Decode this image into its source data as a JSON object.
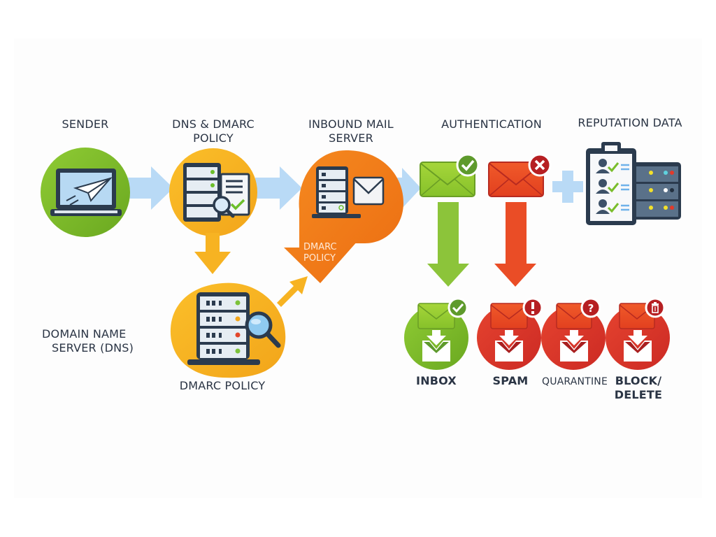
{
  "diagram": {
    "title": "Email authentication flow with DMARC",
    "colors": {
      "green": "#7fbf2a",
      "yellow": "#f7b322",
      "orange": "#f07c1a",
      "red": "#d9342b",
      "flow_arrow": "#b7d8f5",
      "dark": "#2b3b4e"
    },
    "nodes": [
      {
        "id": "sender",
        "label": "SENDER",
        "icon": "laptop-paper-plane-icon"
      },
      {
        "id": "dns-dmarc",
        "label_line1": "DNS & DMARC",
        "label_line2": "POLICY",
        "icon": "server-document-magnifier-icon"
      },
      {
        "id": "inbound",
        "label_line1": "INBOUND MAIL",
        "label_line2": "SERVER",
        "icon": "server-envelope-icon",
        "inner_label_line1": "DMARC",
        "inner_label_line2": "POLICY"
      },
      {
        "id": "authentication",
        "label": "AUTHENTICATION",
        "icons": [
          "envelope-check-icon",
          "envelope-x-icon"
        ]
      },
      {
        "id": "reputation",
        "label": "REPUTATION DATA",
        "icon": "clipboard-server-icon"
      },
      {
        "id": "dns",
        "label_line1": "DOMAIN NAME",
        "label_line2": "SERVER (DNS)",
        "caption": "DMARC POLICY",
        "icon": "server-magnifier-icon"
      }
    ],
    "outcomes": [
      {
        "id": "inbox",
        "label": "INBOX",
        "badge": "check"
      },
      {
        "id": "spam",
        "label": "SPAM",
        "badge": "!"
      },
      {
        "id": "quarantine",
        "label": "QUARANTINE",
        "badge": "?"
      },
      {
        "id": "block",
        "label_line1": "BLOCK/",
        "label_line2": "DELETE",
        "badge": "trash"
      }
    ],
    "edges": [
      {
        "from": "sender",
        "to": "dns-dmarc"
      },
      {
        "from": "dns-dmarc",
        "to": "inbound"
      },
      {
        "from": "inbound",
        "to": "authentication"
      },
      {
        "from": "dns-dmarc",
        "to": "dns"
      },
      {
        "from": "dns",
        "to": "inbound"
      },
      {
        "from": "authentication-pass",
        "to": "inbox"
      },
      {
        "from": "authentication-fail",
        "to": "spam"
      }
    ]
  }
}
